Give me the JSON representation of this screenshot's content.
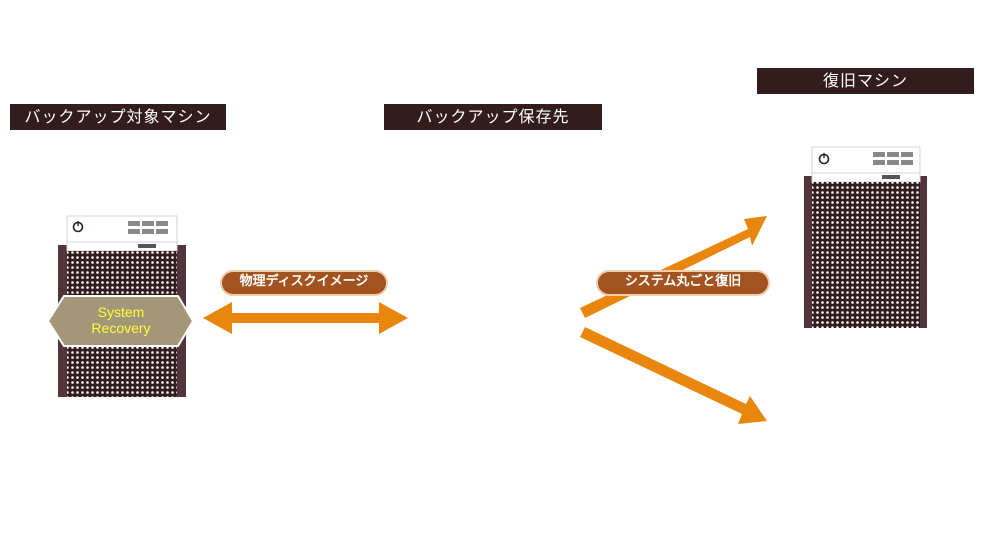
{
  "labels": {
    "source_machine": "バックアップ対象マシン",
    "backup_destination": "バックアップ保存先",
    "restore_machine": "復旧マシン",
    "physical_disk_image": "物理ディスクイメージ",
    "full_system_restore": "システム丸ごと復旧",
    "system_recovery_line1": "System",
    "system_recovery_line2": "Recovery"
  },
  "colors": {
    "title_bg": "#321c1e",
    "arrow": "#e8860e",
    "pill_bg": "#a35320",
    "pill_border": "#eecfad",
    "server_side": "#52343a",
    "server_grille": "#321c1e",
    "badge_fill": "#a39679",
    "badge_text": "#ffff33"
  },
  "icons": [
    "server-icon",
    "power-icon",
    "double-arrow",
    "arrow"
  ]
}
